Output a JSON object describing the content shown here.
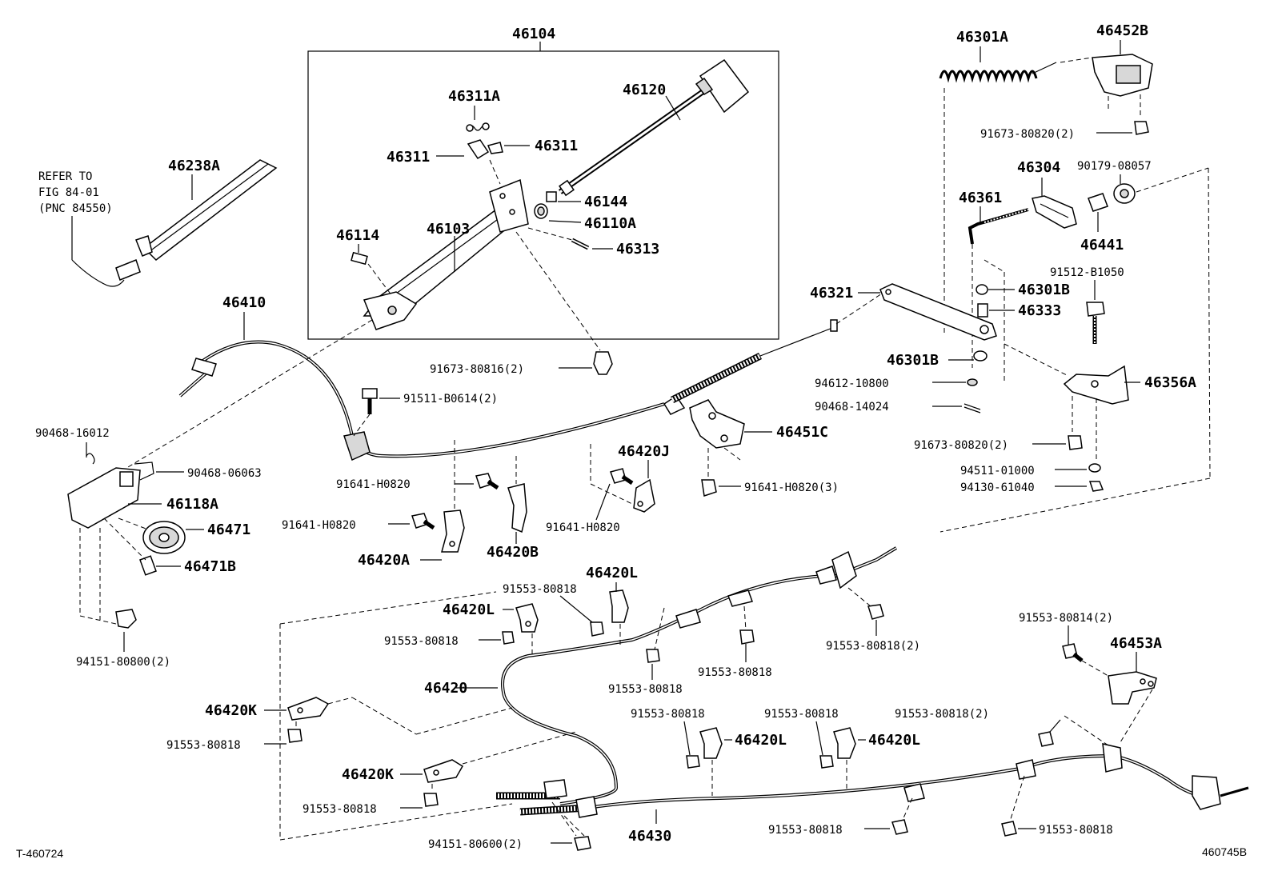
{
  "diagram": {
    "note": [
      "REFER TO",
      "FIG 84-01",
      "(PNC 84550)"
    ],
    "corner_left": "T-460724",
    "corner_right": "460745B",
    "labels": {
      "p46104": "46104",
      "p46311A": "46311A",
      "p46120": "46120",
      "p46311_l": "46311",
      "p46311_r": "46311",
      "p46144": "46144",
      "p46110A": "46110A",
      "p46103": "46103",
      "p46114": "46114",
      "p46313": "46313",
      "p46238A": "46238A",
      "p46410": "46410",
      "p91673_80816": "91673-80816(2)",
      "p91511": "91511-B0614(2)",
      "p90468_16012": "90468-16012",
      "p90468_06063": "90468-06063",
      "p46118A": "46118A",
      "p46471": "46471",
      "p46471B": "46471B",
      "p94151_80800": "94151-80800(2)",
      "p91641_a": "91641-H0820",
      "p91641_b": "91641-H0820",
      "p91641_c": "91641-H0820",
      "p91641_3": "91641-H0820(3)",
      "p46420J": "46420J",
      "p46420A": "46420A",
      "p46420B": "46420B",
      "p46451C": "46451C",
      "p46301A": "46301A",
      "p46452B": "46452B",
      "p91673_80820_a": "91673-80820(2)",
      "p46304": "46304",
      "p90179": "90179-08057",
      "p46361": "46361",
      "p46441": "46441",
      "p91512": "91512-B1050",
      "p46301B_a": "46301B",
      "p46333": "46333",
      "p46321": "46321",
      "p46301B_b": "46301B",
      "p94612": "94612-10800",
      "p90468_14024": "90468-14024",
      "p46356A": "46356A",
      "p91673_80820_b": "91673-80820(2)",
      "p94511": "94511-01000",
      "p94130": "94130-61040",
      "p46420L_1": "46420L",
      "p46420L_2": "46420L",
      "p91553_a": "91553-80818",
      "p91553_b": "91553-80818",
      "p91553_c": "91553-80818",
      "p91553_d": "91553-80818",
      "p91553_e": "91553-80818(2)",
      "p91553_f": "91553-80818",
      "p91553_g": "91553-80818",
      "p91553_h": "91553-80818",
      "p91553_i": "91553-80818",
      "p91553_j": "91553-80818(2)",
      "p91553_k": "91553-80818",
      "p91553_l": "91553-80818",
      "p91553_80814": "91553-80814(2)",
      "p46453A": "46453A",
      "p46420": "46420",
      "p46420K_1": "46420K",
      "p46420K_2": "46420K",
      "p46420L_3": "46420L",
      "p46420L_4": "46420L",
      "p46430": "46430",
      "p94151_80600": "94151-80600(2)"
    }
  }
}
